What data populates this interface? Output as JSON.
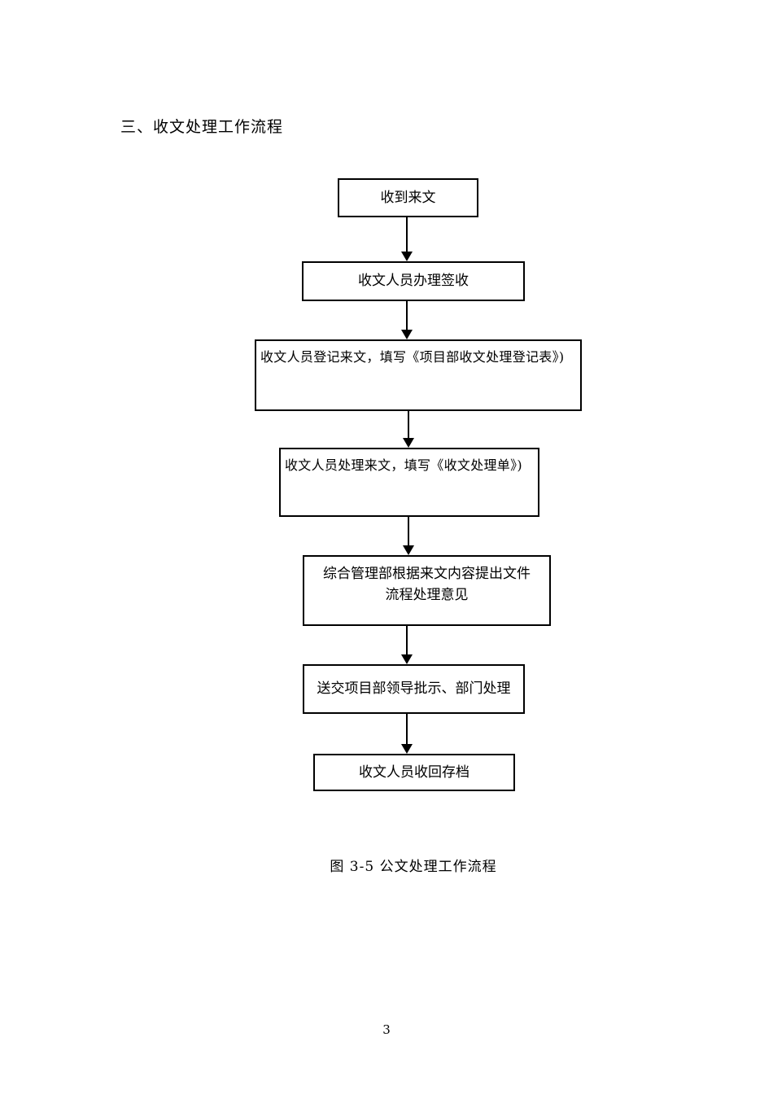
{
  "page": {
    "heading": "三、收文处理工作流程",
    "caption": "图 3-5  公文处理工作流程",
    "page_number": "3"
  },
  "flowchart": {
    "type": "flowchart",
    "direction": "top-down",
    "box_border_color": "#000000",
    "text_color": "#000000",
    "background_color": "#ffffff",
    "nodes": [
      {
        "id": "receive-document",
        "lines": [
          "收到来文"
        ]
      },
      {
        "id": "sign-for-receipt",
        "lines": [
          "收文人员办理签收"
        ]
      },
      {
        "id": "register-document",
        "lines": [
          "收文人员登记来文，填写《项目部收文处理登记表》)"
        ]
      },
      {
        "id": "process-document",
        "lines": [
          "收文人员处理来文，填写《收文处理单》)"
        ]
      },
      {
        "id": "propose-opinion",
        "lines": [
          "综合管理部根据来文内容提出文件",
          "流程处理意见"
        ]
      },
      {
        "id": "submit-to-leaders",
        "lines": [
          "送交项目部领导批示、部门处理"
        ]
      },
      {
        "id": "archive-document",
        "lines": [
          "收文人员收回存档"
        ]
      }
    ],
    "edges": [
      {
        "from": "receive-document",
        "to": "sign-for-receipt"
      },
      {
        "from": "sign-for-receipt",
        "to": "register-document"
      },
      {
        "from": "register-document",
        "to": "process-document"
      },
      {
        "from": "process-document",
        "to": "propose-opinion"
      },
      {
        "from": "propose-opinion",
        "to": "submit-to-leaders"
      },
      {
        "from": "submit-to-leaders",
        "to": "archive-document"
      }
    ]
  }
}
